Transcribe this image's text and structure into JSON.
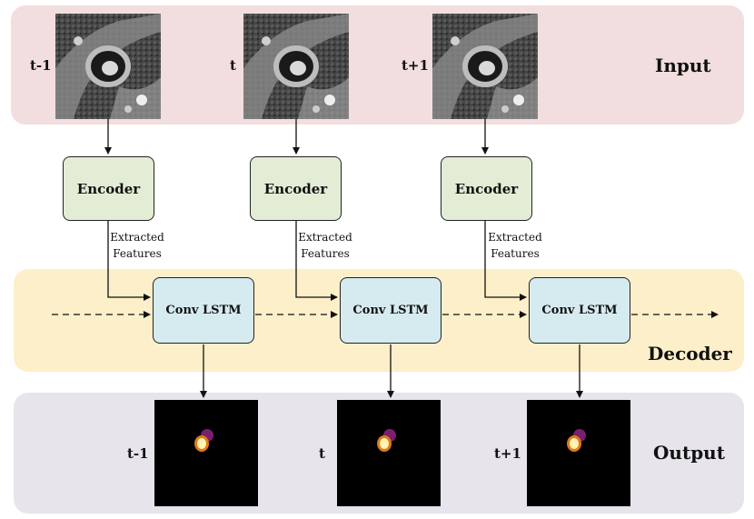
{
  "bands": {
    "input_label": "Input",
    "decoder_label": "Decoder",
    "output_label": "Output"
  },
  "frames": [
    {
      "time_label": "t-1",
      "encoder_label": "Encoder",
      "features_line1": "Extracted",
      "features_line2": "Features",
      "lstm_label": "Conv LSTM",
      "output_time_label": "t-1"
    },
    {
      "time_label": "t",
      "encoder_label": "Encoder",
      "features_line1": "Extracted",
      "features_line2": "Features",
      "lstm_label": "Conv LSTM",
      "output_time_label": "t"
    },
    {
      "time_label": "t+1",
      "encoder_label": "Encoder",
      "features_line1": "Extracted",
      "features_line2": "Features",
      "lstm_label": "Conv LSTM",
      "output_time_label": "t+1"
    }
  ],
  "images": {
    "input": "cardiac-mri-slice",
    "output": "segmentation-mask"
  },
  "colors": {
    "input_band": "#f2dede",
    "decoder_band": "#fcefc9",
    "output_band": "#e7e4ec",
    "encoder_fill": "#e3edd5",
    "lstm_fill": "#d6ebf0",
    "mask_outer": "#7a1f6e",
    "mask_inner": "#fff3b0"
  }
}
